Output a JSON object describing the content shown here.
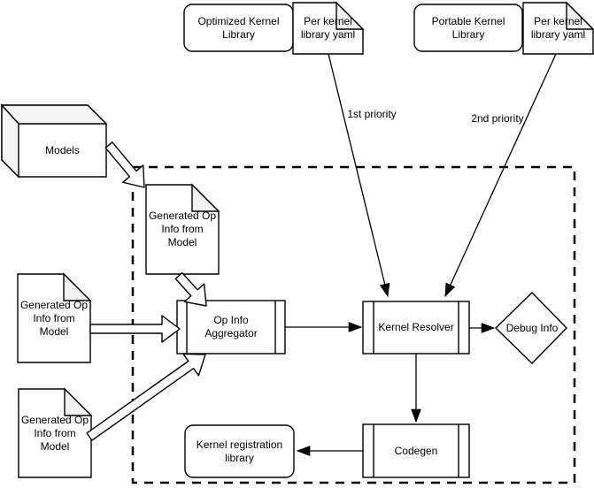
{
  "diagram": {
    "nodes": {
      "optimized_kernel_library": "Optimized Kernel\nLibrary",
      "per_kernel_yaml_optimized": "Per kernel\nlibrary yaml",
      "portable_kernel_library": "Portable Kernel\nLibrary",
      "per_kernel_yaml_portable": "Per kernel\nlibrary yaml",
      "models": "Models",
      "generated_op_info_top": "Generated Op\nInfo from\nModel",
      "generated_op_info_mid": "Generated Op\nInfo from\nModel",
      "generated_op_info_bottom": "Generated Op\nInfo from\nModel",
      "op_info_aggregator": "Op Info\nAggregator",
      "kernel_resolver": "Kernel Resolver",
      "debug_info": "Debug Info",
      "codegen": "Codegen",
      "kernel_registration_library": "Kernel registration\nlibrary"
    },
    "edge_labels": {
      "first_priority": "1st priority",
      "second_priority": "2nd priority"
    },
    "colors": {
      "stroke": "#000000",
      "fill": "#ffffff",
      "fold_shade": "#f2f2f2",
      "background": "#ffffff"
    }
  }
}
